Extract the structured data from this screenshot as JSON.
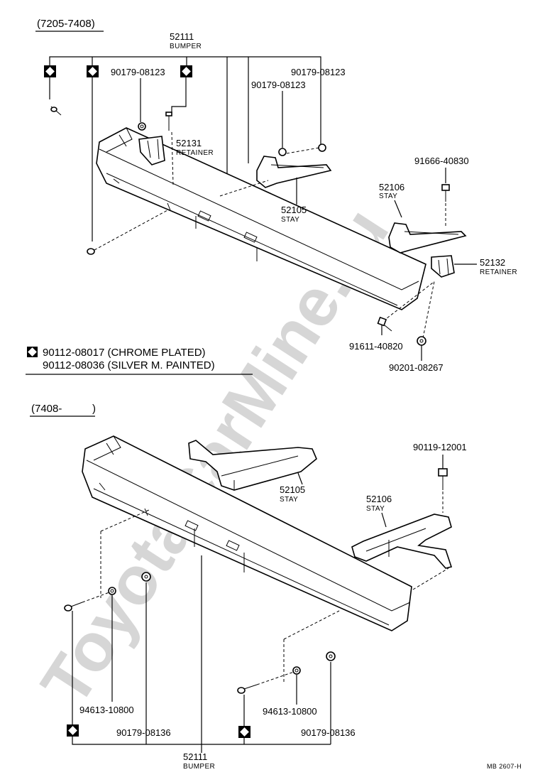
{
  "watermark": "ToyotaCarMine.ru",
  "top_section": {
    "range": "(7205-7408)",
    "bumper": {
      "part": "52111",
      "name": "BUMPER"
    },
    "bolt_left": "90179-08123",
    "bolt_right_upper": "90179-08123",
    "bolt_right_lower": "90179-08123",
    "retainer_left": {
      "part": "52131",
      "name": "RETAINER"
    },
    "stay_left": {
      "part": "52105",
      "name": "STAY"
    },
    "stay_right": {
      "part": "52106",
      "name": "STAY"
    },
    "retainer_right": {
      "part": "52132",
      "name": "RETAINER"
    },
    "bolt_stay": "91666-40830",
    "bolt_lower": "91611-40820",
    "washer_lower": "90201-08267",
    "legend": [
      "90112-08017 (CHROME PLATED)",
      "90112-08036 (SILVER M. PAINTED)"
    ]
  },
  "bottom_section": {
    "range": "(7408-",
    "range_close": ")",
    "stay_left": {
      "part": "52105",
      "name": "STAY"
    },
    "stay_right": {
      "part": "52106",
      "name": "STAY"
    },
    "bolt_stay": "90119-12001",
    "washer_left": "94613-10800",
    "nut_left": "90179-08136",
    "washer_right": "94613-10800",
    "nut_right": "90179-08136",
    "bumper": {
      "part": "52111",
      "name": "BUMPER"
    }
  },
  "figure_code": "MB 2607-H"
}
